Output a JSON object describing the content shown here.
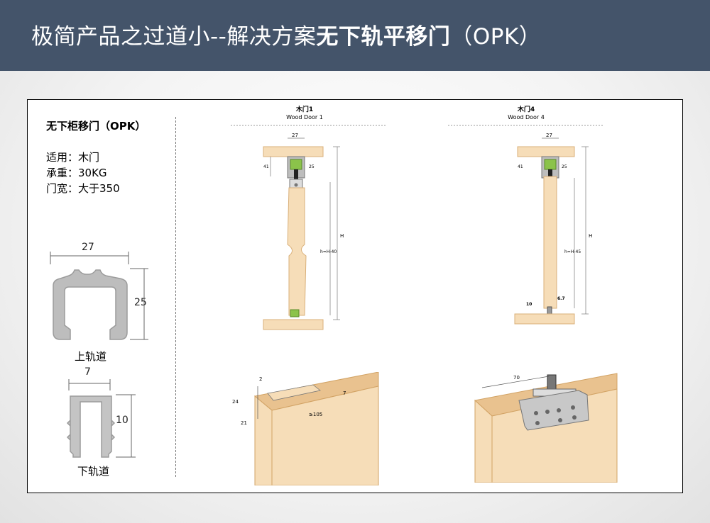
{
  "header": {
    "title_regular": "极简产品之过道小--解决方案",
    "title_bold": "无下轨平移门",
    "title_suffix": "（OPK）"
  },
  "spec": {
    "title": "无下柜移门（OPK）",
    "lines": [
      "适用：木门",
      "承重：30KG",
      "门宽：大于350"
    ]
  },
  "rails": {
    "top": {
      "label": "上轨道",
      "width": "27",
      "height": "25"
    },
    "bottom": {
      "label": "下轨道",
      "width": "7",
      "height": "10"
    }
  },
  "door1": {
    "title_cn": "木门1",
    "title_en": "Wood Door 1",
    "dims": {
      "w27": "27",
      "d41": "41",
      "d25": "25",
      "h": "H",
      "h_minus": "h=H-40"
    }
  },
  "door4": {
    "title_cn": "木门4",
    "title_en": "Wood Door 4",
    "dims": {
      "w27": "27",
      "d41": "41",
      "d25": "25",
      "h": "H",
      "h_minus": "h=H-45",
      "d10": "10",
      "d67": "6.7"
    }
  },
  "detail1": {
    "d2": "2",
    "d24": "24",
    "d21": "21",
    "d105": "≥105",
    "d7": "7"
  },
  "detail4": {
    "d70": "70"
  },
  "colors": {
    "header_bg": "#44546a",
    "wood": "#f6ddb8",
    "wood_dark": "#e9c28f",
    "rail_gray": "#b9b9b9"
  }
}
